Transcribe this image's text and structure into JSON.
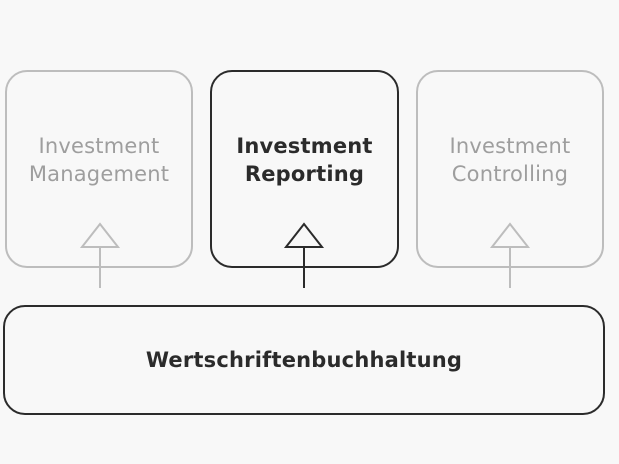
{
  "modules": [
    {
      "line1": "Investment",
      "line2": "Management",
      "state": "inactive"
    },
    {
      "line1": "Investment",
      "line2": "Reporting",
      "state": "active"
    },
    {
      "line1": "Investment",
      "line2": "Controlling",
      "state": "inactive"
    }
  ],
  "base": {
    "label": "Wertschriftenbuchhaltung"
  },
  "colors": {
    "active": "#2b2b2b",
    "inactive": "#bdbdbd",
    "inactive_text": "#9e9e9e",
    "background": "#f8f8f8"
  },
  "icons": [
    "arrow-up-icon"
  ]
}
